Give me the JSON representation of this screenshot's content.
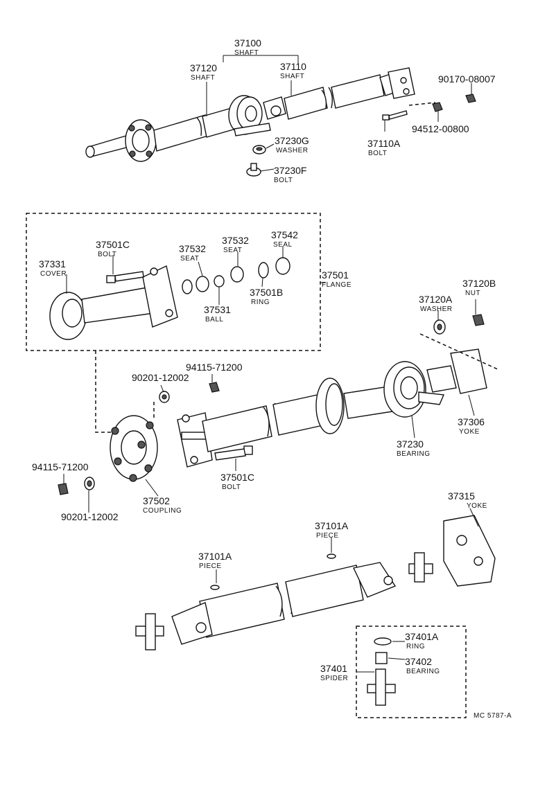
{
  "callouts": [
    {
      "id": "c37100",
      "number": "37100",
      "name": "SHAFT"
    },
    {
      "id": "c37120",
      "number": "37120",
      "name": "SHAFT"
    },
    {
      "id": "c37110",
      "number": "37110",
      "name": "SHAFT"
    },
    {
      "id": "c90170",
      "number": "90170-08007",
      "name": ""
    },
    {
      "id": "c94512",
      "number": "94512-00800",
      "name": ""
    },
    {
      "id": "c37110A",
      "number": "37110A",
      "name": "BOLT"
    },
    {
      "id": "c37230G",
      "number": "37230G",
      "name": "WASHER"
    },
    {
      "id": "c37230F",
      "number": "37230F",
      "name": "BOLT"
    },
    {
      "id": "c37501C_a",
      "number": "37501C",
      "name": "BOLT"
    },
    {
      "id": "c37331",
      "number": "37331",
      "name": "COVER"
    },
    {
      "id": "c37532_a",
      "number": "37532",
      "name": "SEAT"
    },
    {
      "id": "c37532_b",
      "number": "37532",
      "name": "SEAT"
    },
    {
      "id": "c37542",
      "number": "37542",
      "name": "SEAL"
    },
    {
      "id": "c37501",
      "number": "37501",
      "name": "FLANGE"
    },
    {
      "id": "c37501B",
      "number": "37501B",
      "name": "RING"
    },
    {
      "id": "c37531",
      "number": "37531",
      "name": "BALL"
    },
    {
      "id": "c37120A",
      "number": "37120A",
      "name": "WASHER"
    },
    {
      "id": "c37120B",
      "number": "37120B",
      "name": "NUT"
    },
    {
      "id": "c94115_a",
      "number": "94115-71200",
      "name": ""
    },
    {
      "id": "c90201_a",
      "number": "90201-12002",
      "name": ""
    },
    {
      "id": "c37306",
      "number": "37306",
      "name": "YOKE"
    },
    {
      "id": "c37230",
      "number": "37230",
      "name": "BEARING"
    },
    {
      "id": "c94115_b",
      "number": "94115-71200",
      "name": ""
    },
    {
      "id": "c37501C_b",
      "number": "37501C",
      "name": "BOLT"
    },
    {
      "id": "c37502",
      "number": "37502",
      "name": "COUPLING"
    },
    {
      "id": "c90201_b",
      "number": "90201-12002",
      "name": ""
    },
    {
      "id": "c37315",
      "number": "37315",
      "name": "YOKE"
    },
    {
      "id": "c37101A_a",
      "number": "37101A",
      "name": "PIECE"
    },
    {
      "id": "c37101A_b",
      "number": "37101A",
      "name": "PIECE"
    },
    {
      "id": "c37401A",
      "number": "37401A",
      "name": "RING"
    },
    {
      "id": "c37402",
      "number": "37402",
      "name": "BEARING"
    },
    {
      "id": "c37401",
      "number": "37401",
      "name": "SPIDER"
    }
  ],
  "figure_code": "MC 5787-A"
}
